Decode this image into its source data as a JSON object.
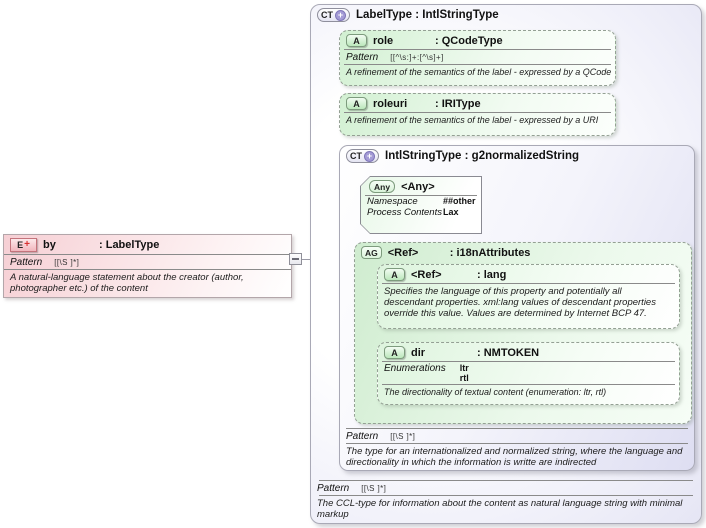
{
  "icons": {
    "plus": "+"
  },
  "by": {
    "badge": "E",
    "name": "by",
    "type": ": LabelType",
    "pattern_label": "Pattern",
    "pattern": "[[\\S ]*]",
    "description": "A natural-language statement about the creator (author, photographer etc.) of the content"
  },
  "label_type": {
    "badge": "CT",
    "title": "LabelType : IntlStringType",
    "pattern_label": "Pattern",
    "pattern": "[[\\S ]*]",
    "description": "The CCL-type for information about the content as natural language string with minimal markup",
    "role": {
      "badge": "A",
      "name": "role",
      "type": ": QCodeType",
      "pattern_label": "Pattern",
      "pattern": "[[^\\s:]+:[^\\s]+]",
      "description": "A refinement of the semantics of the label - expressed by a QCode"
    },
    "roleuri": {
      "badge": "A",
      "name": "roleuri",
      "type": ": IRIType",
      "description": "A refinement of the semantics of the label - expressed by a URI"
    },
    "intl": {
      "badge": "CT",
      "title": "IntlStringType : g2normalizedString",
      "pattern_label": "Pattern",
      "pattern": "[[\\S ]*]",
      "description": "The type for an internationalized and normalized string, where the language and directionality in which the information is writte are indirected",
      "any": {
        "badge": "Any",
        "name": "<Any>",
        "namespace_label": "Namespace",
        "namespace_value": "##other",
        "process_label": "Process Contents",
        "process_value": "Lax"
      },
      "i18n": {
        "badge": "AG",
        "name": "<Ref>",
        "type": ": i18nAttributes",
        "lang": {
          "badge": "A",
          "name": "<Ref>",
          "type": ": lang",
          "description": "Specifies the language of this property and potentially all descendant properties. xml:lang values of descendant properties override this value. Values are determined by Internet BCP 47."
        },
        "dir": {
          "badge": "A",
          "name": "dir",
          "type": ": NMTOKEN",
          "enum_label": "Enumerations",
          "enum_values": [
            "ltr",
            "rtl"
          ],
          "description": "The directionality of textual content (enumeration: ltr, rtl)"
        }
      }
    }
  }
}
